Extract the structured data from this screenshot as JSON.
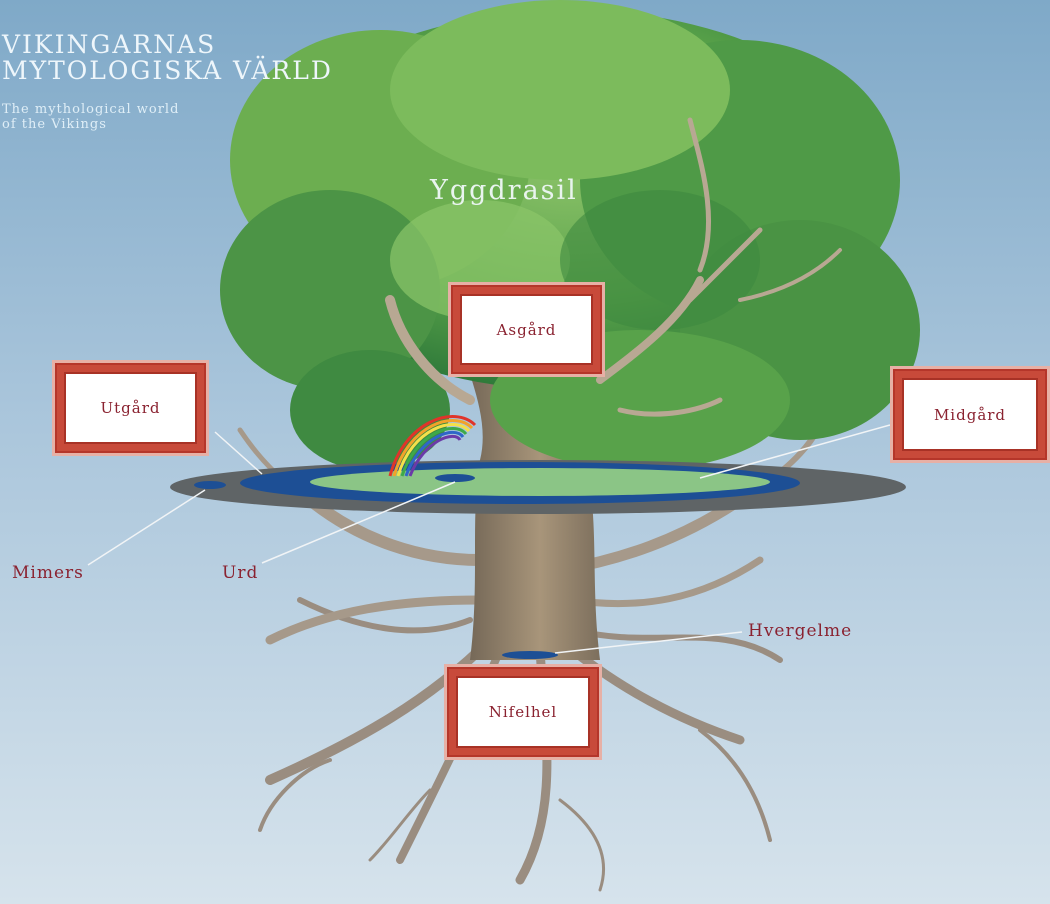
{
  "title": {
    "line1": "Vikingarnas",
    "line2": "Mytologiska värld"
  },
  "subtitle": {
    "line1": "The mythological world",
    "line2": "of the Vikings"
  },
  "tree": {
    "name": "Yggdrasil"
  },
  "regions": {
    "asgard": "Asgård",
    "utgard": "Utgård",
    "midgard": "Midgård",
    "nifelhel": "Nifelhel"
  },
  "wells": {
    "mimers": "Mimers",
    "urd": "Urd",
    "hvergelme": "Hvergelme"
  },
  "colors": {
    "sky": "#8fb4cf",
    "foliage": "#5aa34a",
    "trunk": "#8a7a68",
    "disc_outer": "#5f6466",
    "disc_water": "#1d4f95",
    "disc_land": "#8bc586",
    "frame_red": "#c84a3a",
    "label_text": "#8a2230"
  }
}
